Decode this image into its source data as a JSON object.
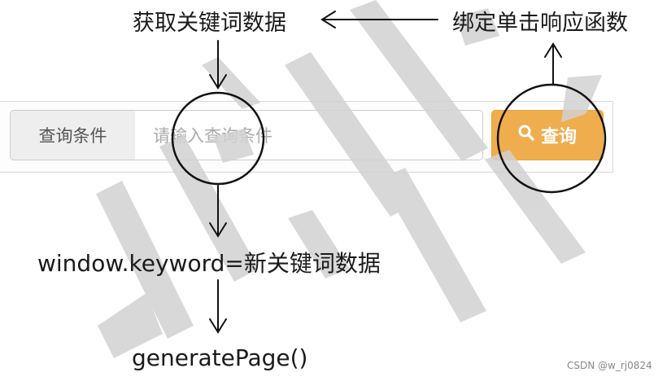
{
  "annotations": {
    "get_keyword": "获取关键词数据",
    "bind_handler": "绑定单击响应函数",
    "assign_keyword": "window.keyword=新关键词数据",
    "generate_page": "generatePage()"
  },
  "search_bar": {
    "addon_label": "查询条件",
    "input_placeholder": "请输入查询条件",
    "button_label": "查询",
    "button_icon": "search-icon",
    "button_color": "#f0ad4e"
  },
  "credit": "CSDN @w_rj0824"
}
